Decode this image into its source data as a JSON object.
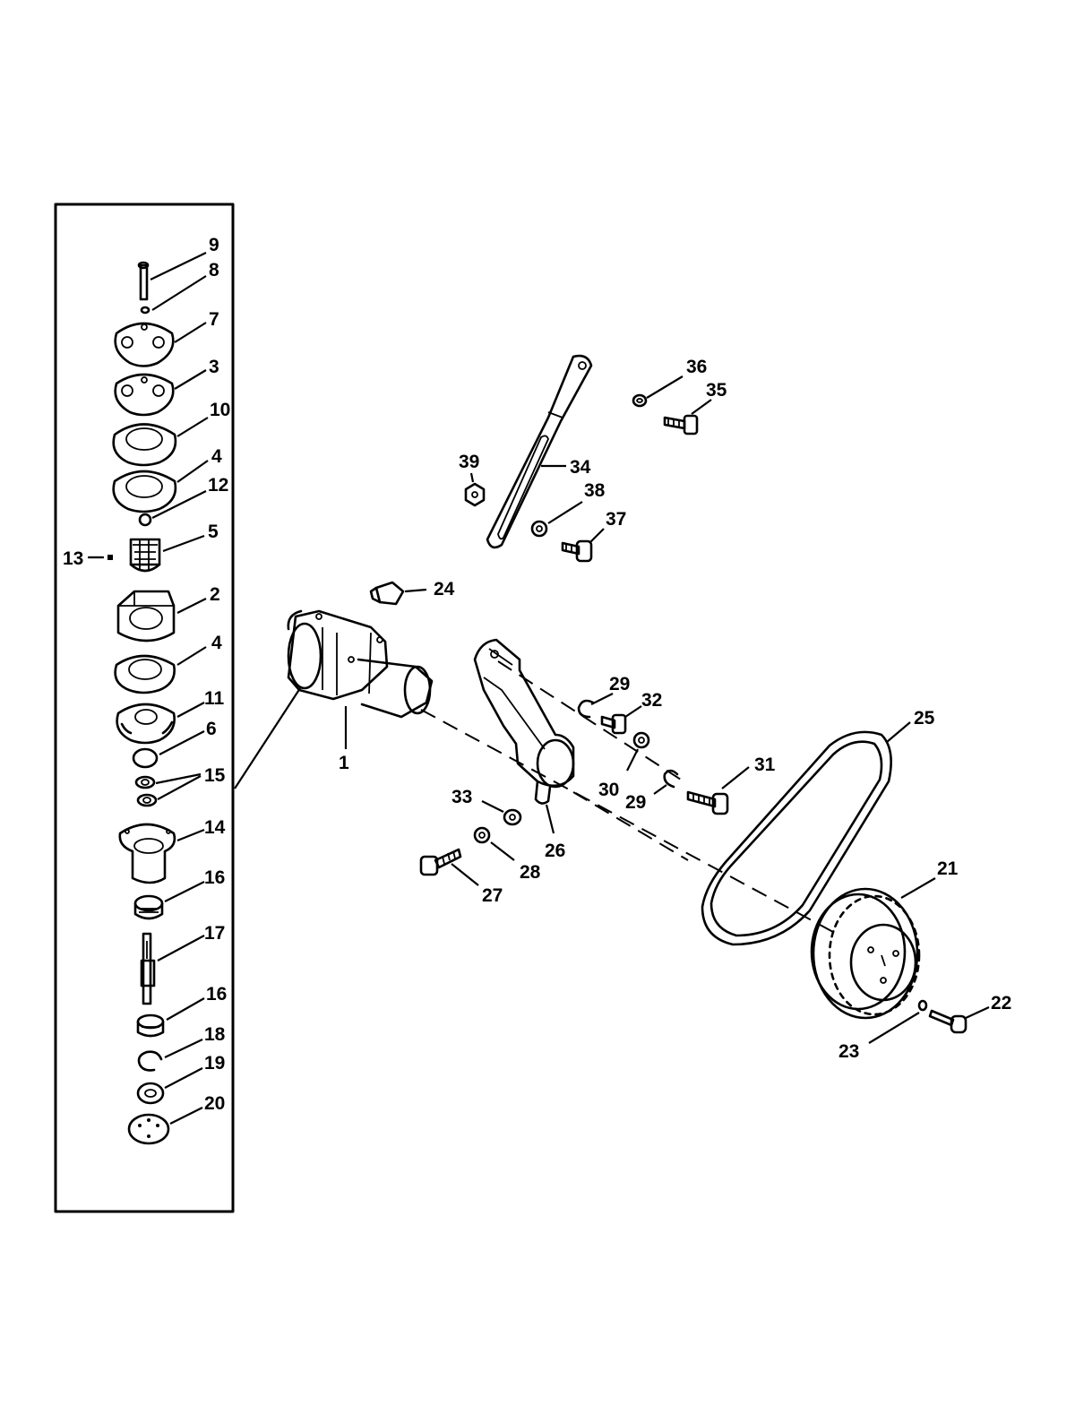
{
  "diagram": {
    "callouts": {
      "c1": "1",
      "c2": "2",
      "c3": "3",
      "c4a": "4",
      "c4b": "4",
      "c5": "5",
      "c6": "6",
      "c7": "7",
      "c8": "8",
      "c9": "9",
      "c10": "10",
      "c11": "11",
      "c12": "12",
      "c13": "13",
      "c14": "14",
      "c15": "15",
      "c16a": "16",
      "c16b": "16",
      "c17": "17",
      "c18": "18",
      "c19": "19",
      "c20": "20",
      "c21": "21",
      "c22": "22",
      "c23": "23",
      "c24": "24",
      "c25": "25",
      "c26": "26",
      "c27": "27",
      "c28": "28",
      "c29a": "29",
      "c29b": "29",
      "c30": "30",
      "c31": "31",
      "c32": "32",
      "c33": "33",
      "c34": "34",
      "c35": "35",
      "c36": "36",
      "c37": "37",
      "c38": "38",
      "c39": "39"
    }
  }
}
